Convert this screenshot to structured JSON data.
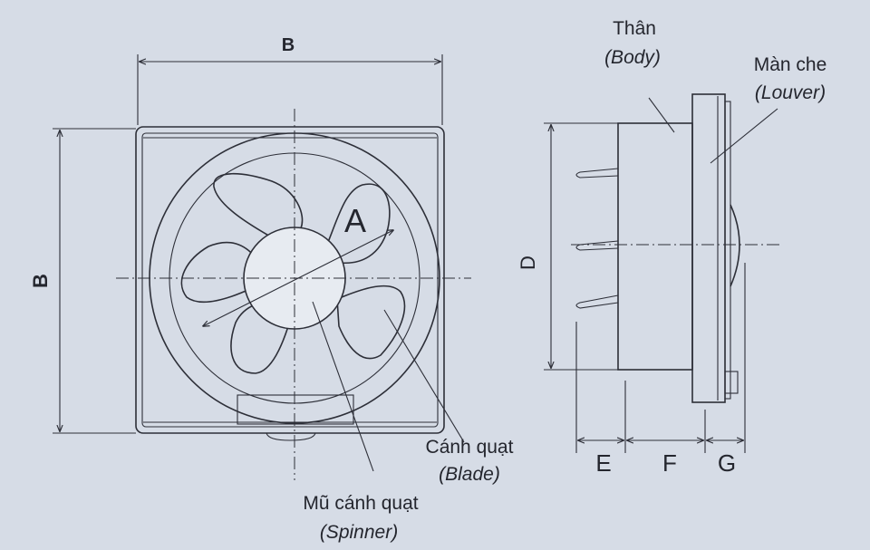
{
  "labels": {
    "dim_b_top": "B",
    "dim_b_left": "B",
    "dim_a": "A",
    "dim_d": "D",
    "dim_e": "E",
    "dim_f": "F",
    "dim_g": "G",
    "body_vi": "Thân",
    "body_en": "(Body)",
    "louver_vi": "Màn che",
    "louver_en": "(Louver)",
    "blade_vi": "Cánh quạt",
    "blade_en": "(Blade)",
    "spinner_vi": "Mũ cánh quạt",
    "spinner_en": "(Spinner)"
  },
  "colors": {
    "background": "#d6dce6",
    "line": "#2d2f38"
  }
}
